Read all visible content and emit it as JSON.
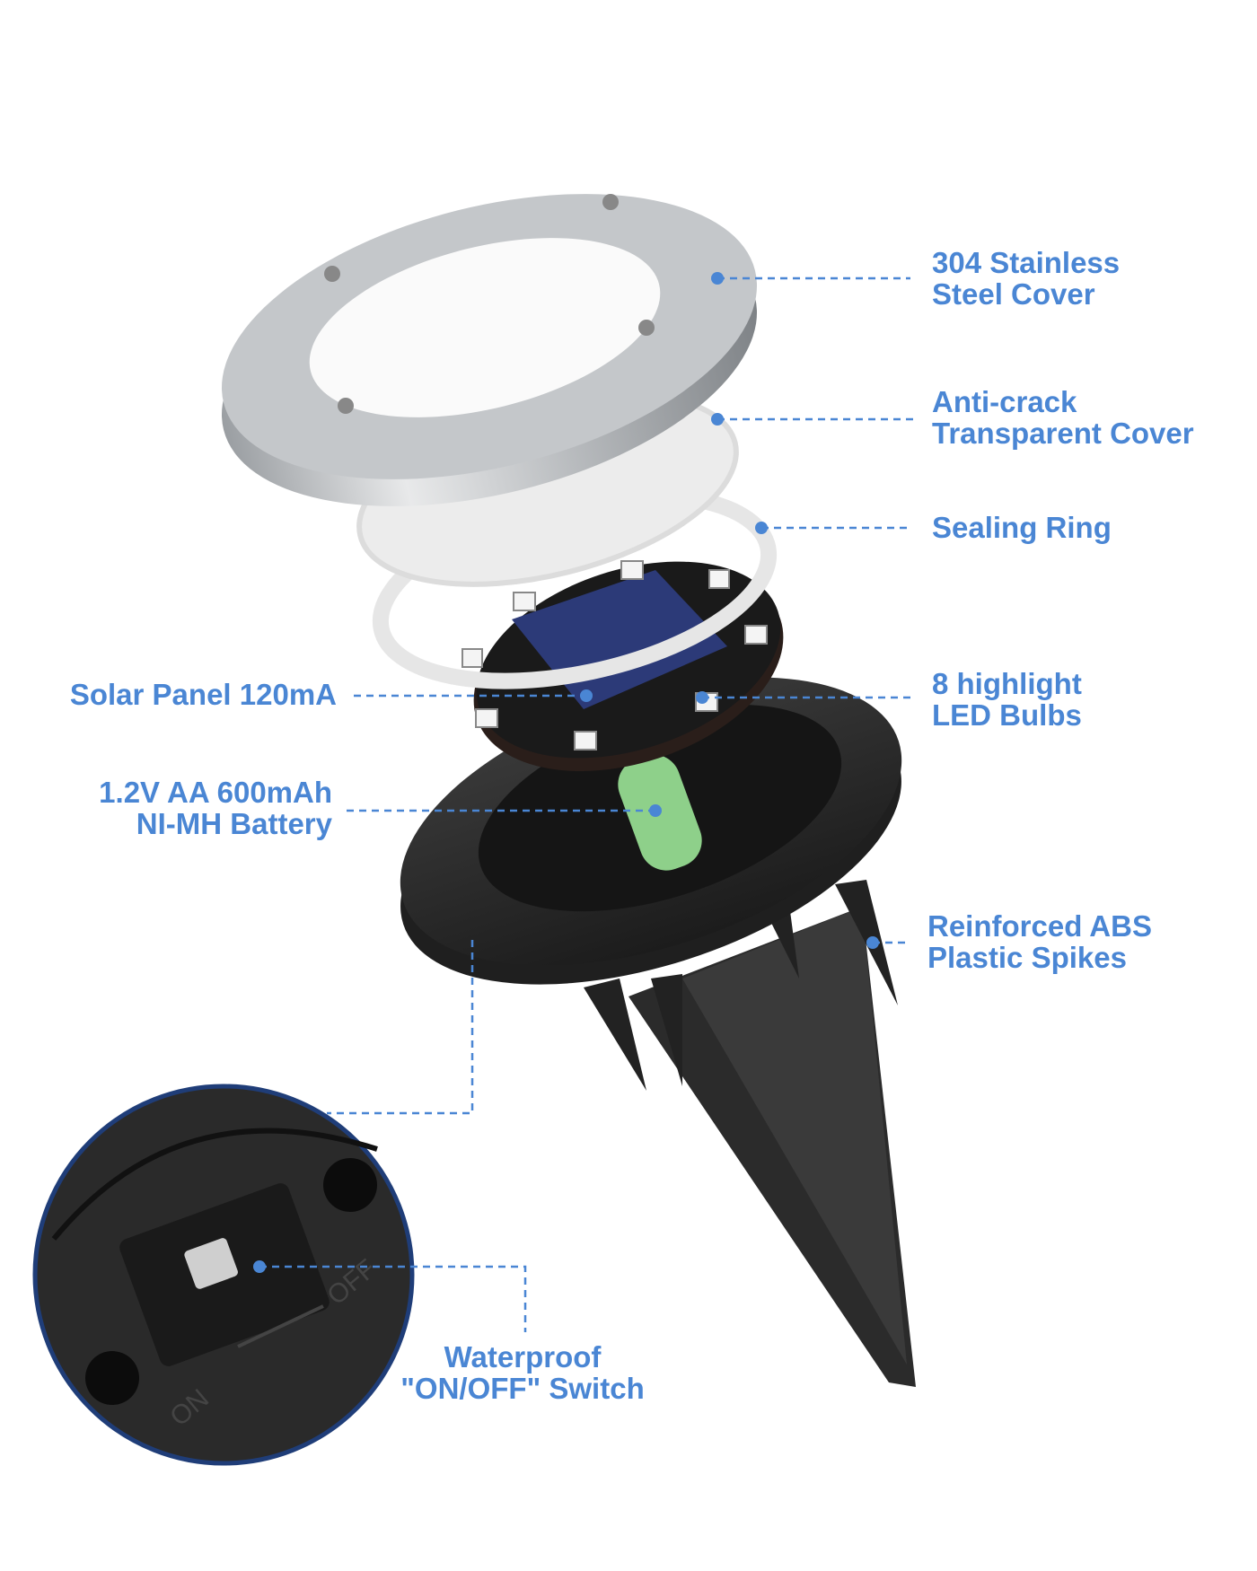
{
  "accent_color": "#4a86d4",
  "labels": {
    "steel_cover": [
      "304 Stainless",
      "Steel Cover"
    ],
    "transparent_cover": [
      "Anti-crack",
      "Transparent Cover"
    ],
    "sealing_ring": [
      "Sealing Ring"
    ],
    "solar_panel": [
      "Solar Panel 120mA"
    ],
    "led_bulbs": [
      "8 highlight",
      "LED Bulbs"
    ],
    "battery": [
      "1.2V AA 600mAh",
      "NI-MH Battery"
    ],
    "spikes": [
      "Reinforced ABS",
      "Plastic Spikes"
    ],
    "switch": [
      "Waterproof",
      "\"ON/OFF\" Switch"
    ]
  },
  "switch_marks": {
    "on": "ON",
    "off": "OFF"
  }
}
